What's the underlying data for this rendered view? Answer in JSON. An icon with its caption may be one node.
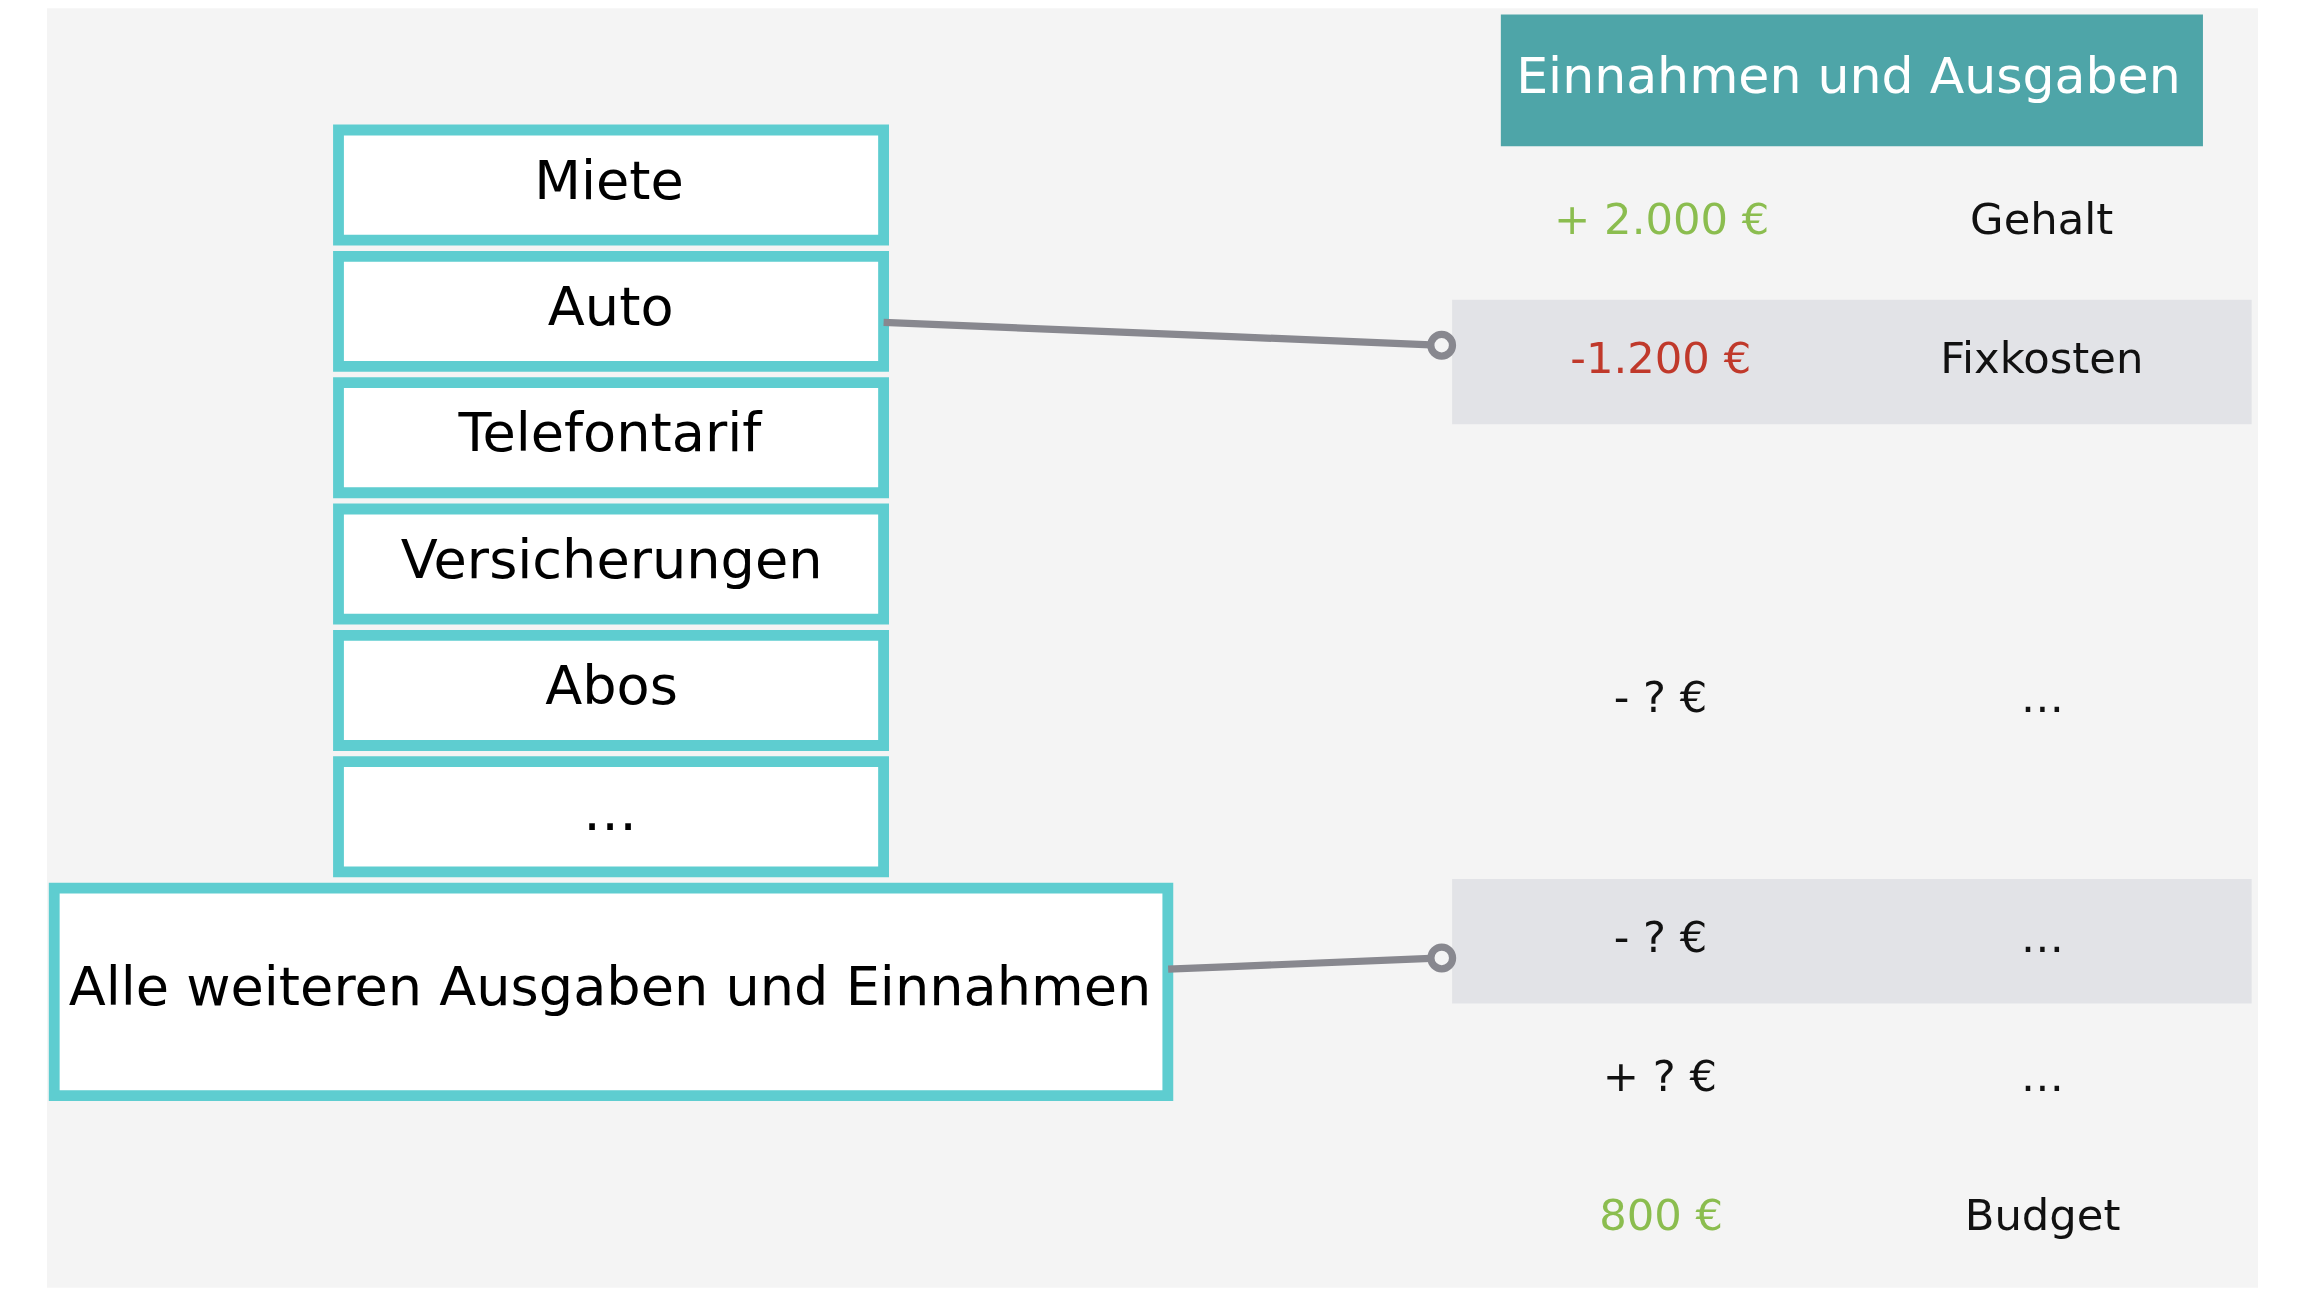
{
  "diagram": {
    "nodes": [
      {
        "text": [
          "Miete"
        ]
      },
      {
        "text": [
          "Auto"
        ]
      },
      {
        "text": [
          "Telefontarif"
        ]
      },
      {
        "text": [
          "Versicherungen"
        ]
      },
      {
        "text": [
          "Abos"
        ]
      },
      {
        "text": [
          "…"
        ]
      },
      {
        "text": [
          "Alle weiteren Ausgaben und Einnahmen"
        ]
      },
      {
        "text": [
          "Einnahmen und Ausgaben"
        ]
      },
      {
        "text": [
          "+ 2.000 €",
          "Gehalt"
        ]
      },
      {
        "text": [
          "-1.200 €",
          "Fixkosten"
        ]
      },
      {
        "text": [
          "- ? €",
          "…"
        ]
      },
      {
        "text": [
          "- ? €",
          "…"
        ]
      },
      {
        "text": [
          "+ ? €",
          "…"
        ]
      },
      {
        "text": [
          "800 €",
          "Budget"
        ]
      }
    ],
    "edges": [
      {
        "from": 1,
        "to": 9,
        "arrow": "other"
      },
      {
        "from": 6,
        "to": 11,
        "arrow": "other"
      }
    ]
  }
}
